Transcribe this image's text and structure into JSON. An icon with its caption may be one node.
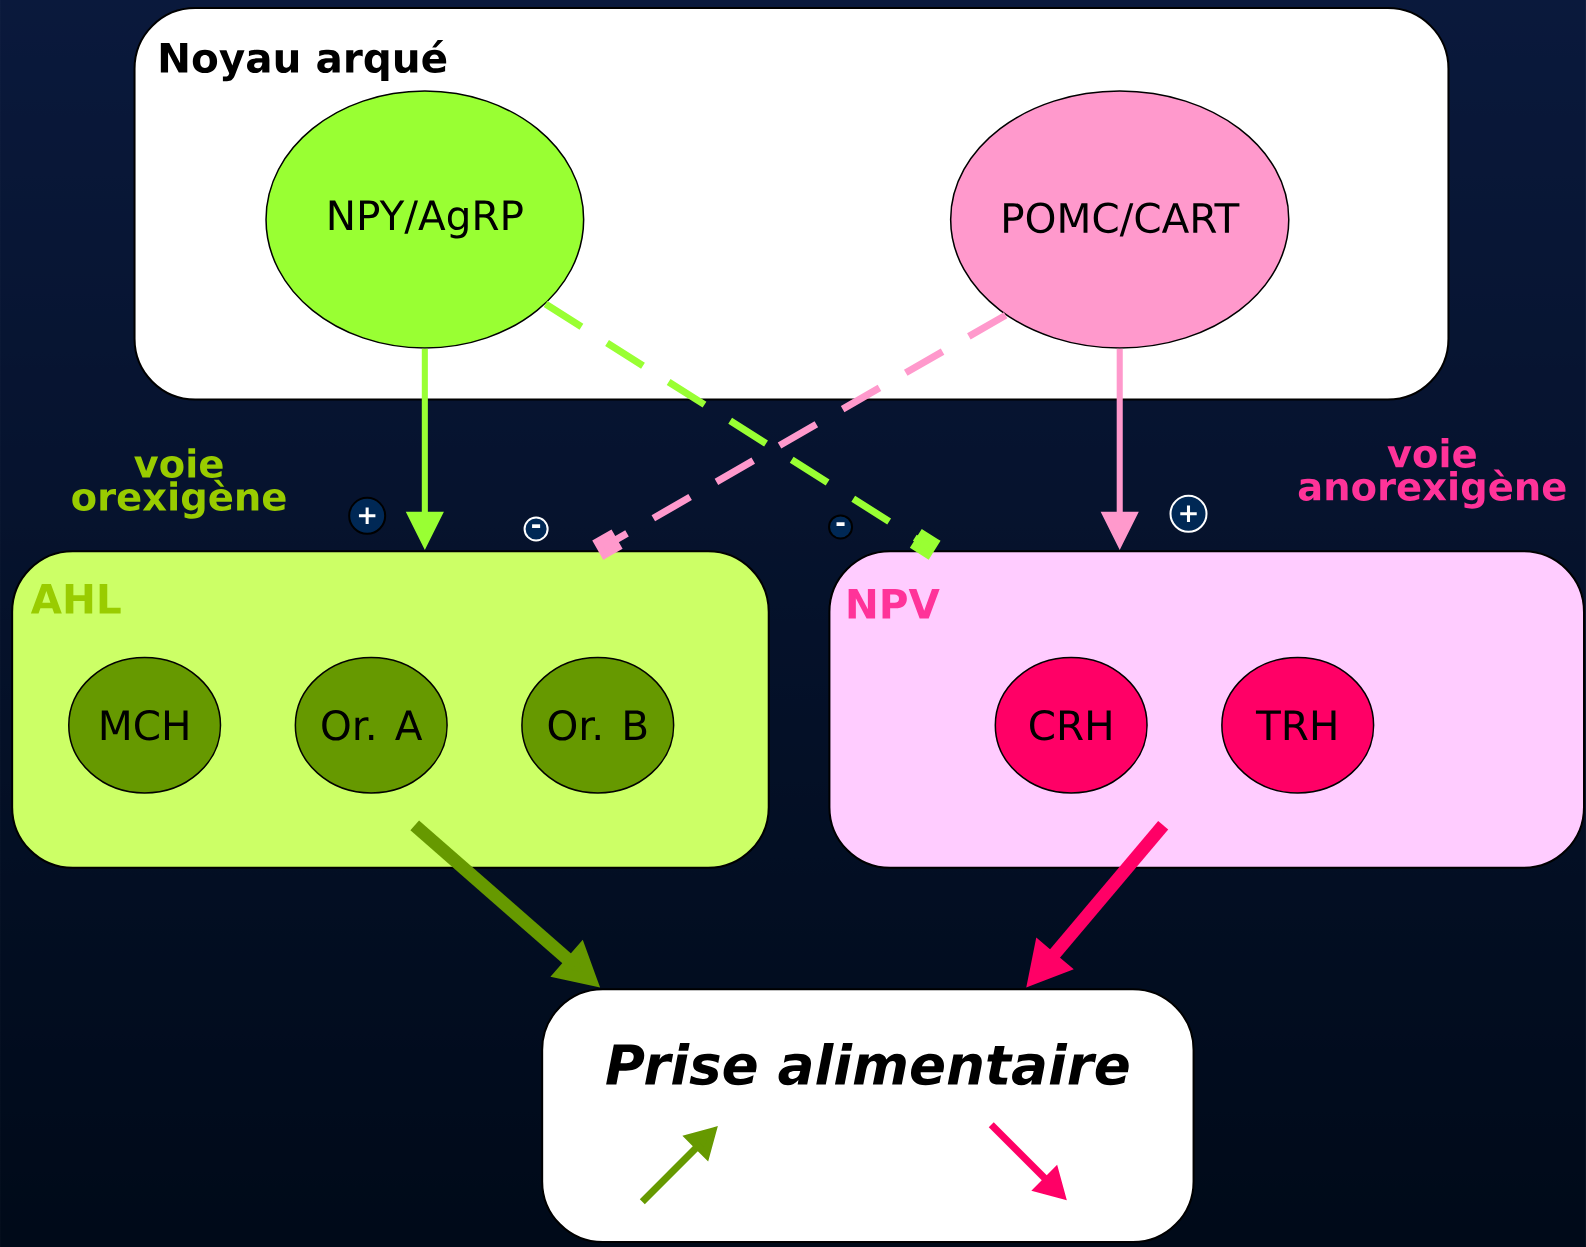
{
  "diagram": {
    "nodes": [
      {
        "text": [
          "Noyau arqué"
        ]
      },
      {
        "text": [
          "NPY/AgRP"
        ],
        "in": 0
      },
      {
        "text": [
          "POMC/CART"
        ],
        "in": 0
      },
      {
        "text": [
          "AHL"
        ]
      },
      {
        "text": [
          "MCH"
        ],
        "in": 3
      },
      {
        "text": [
          "Or. A"
        ],
        "in": 3
      },
      {
        "text": [
          "Or. B"
        ],
        "in": 3
      },
      {
        "text": [
          "NPV"
        ]
      },
      {
        "text": [
          "CRH"
        ],
        "in": 7
      },
      {
        "text": [
          "TRH"
        ],
        "in": 7
      },
      {
        "text": [
          "Prise alimentaire"
        ]
      }
    ],
    "edges": [
      {
        "from": 1,
        "to": 3,
        "arrow": "to",
        "label": "+",
        "color": "#99ff33"
      },
      {
        "from": 2,
        "to": 3,
        "arrow": "other",
        "label": "-",
        "style": "dashed",
        "color": "#ff99cc"
      },
      {
        "from": 1,
        "to": 7,
        "arrow": "other",
        "label": "-",
        "style": "dashed",
        "color": "#99ff33"
      },
      {
        "from": 2,
        "to": 7,
        "arrow": "to",
        "label": "+",
        "color": "#ff99cc"
      },
      {
        "from": 3,
        "to": 10,
        "arrow": "to",
        "style": "thick",
        "color": "#669900"
      },
      {
        "from": 7,
        "to": 10,
        "arrow": "to",
        "style": "thick",
        "color": "#ff0066"
      }
    ],
    "labels": [
      "voie orexigène",
      "voie anorexigène"
    ]
  }
}
